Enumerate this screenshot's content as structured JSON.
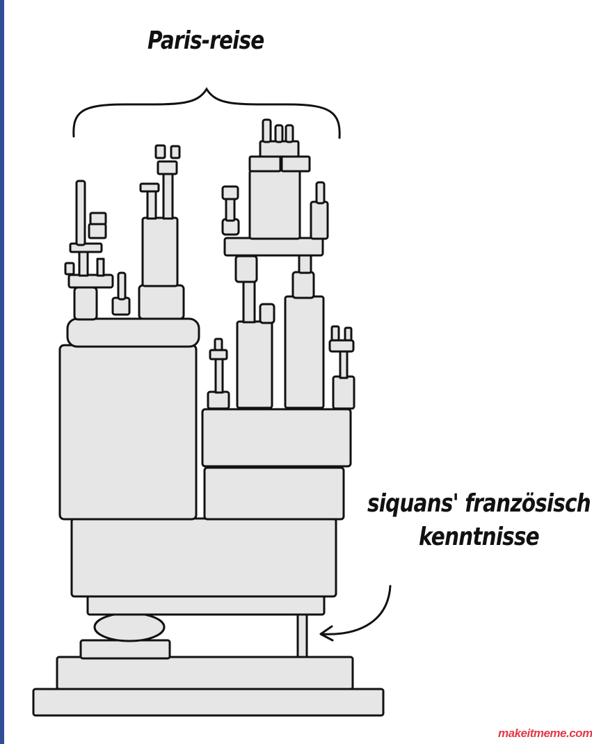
{
  "colors": {
    "block_fill": "#e6e6e6",
    "ink": "#111111",
    "watermark": "#e23a4a",
    "left_edge": "#2f4f96"
  },
  "labels": {
    "title": "Paris-reise",
    "annotation_line1": "siquans' französisch",
    "annotation_line2": "kenntnisse"
  },
  "watermark": "makeitmeme.com"
}
